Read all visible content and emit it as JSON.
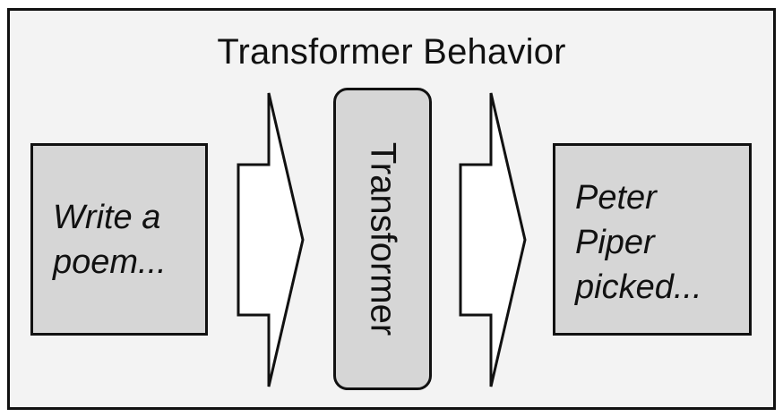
{
  "diagram": {
    "title": "Transformer Behavior",
    "input": {
      "lines": [
        "Write a",
        "poem..."
      ]
    },
    "model": {
      "label": "Transformer"
    },
    "output": {
      "lines": [
        "Peter",
        "Piper",
        "picked..."
      ]
    },
    "arrows": [
      {
        "name": "input-to-model-arrow-icon",
        "direction": "right"
      },
      {
        "name": "model-to-output-arrow-icon",
        "direction": "right"
      }
    ]
  }
}
